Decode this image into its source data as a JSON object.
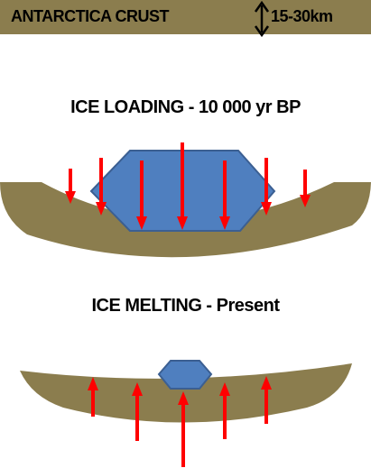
{
  "header": {
    "crust_label": "ANTARCTICA CRUST",
    "thickness_label": "15-30km"
  },
  "sections": {
    "loading_title": "ICE LOADING - 10 000 yr BP",
    "melting_title": "ICE MELTING - Present"
  },
  "colors": {
    "crust": "#8b7d4e",
    "ice": "#4f7fbf",
    "ice_outline": "#3b5f92",
    "arrow": "#ff0000"
  },
  "icons": {
    "thickness": "double-headed-vertical-arrow",
    "force": "red-arrow"
  }
}
